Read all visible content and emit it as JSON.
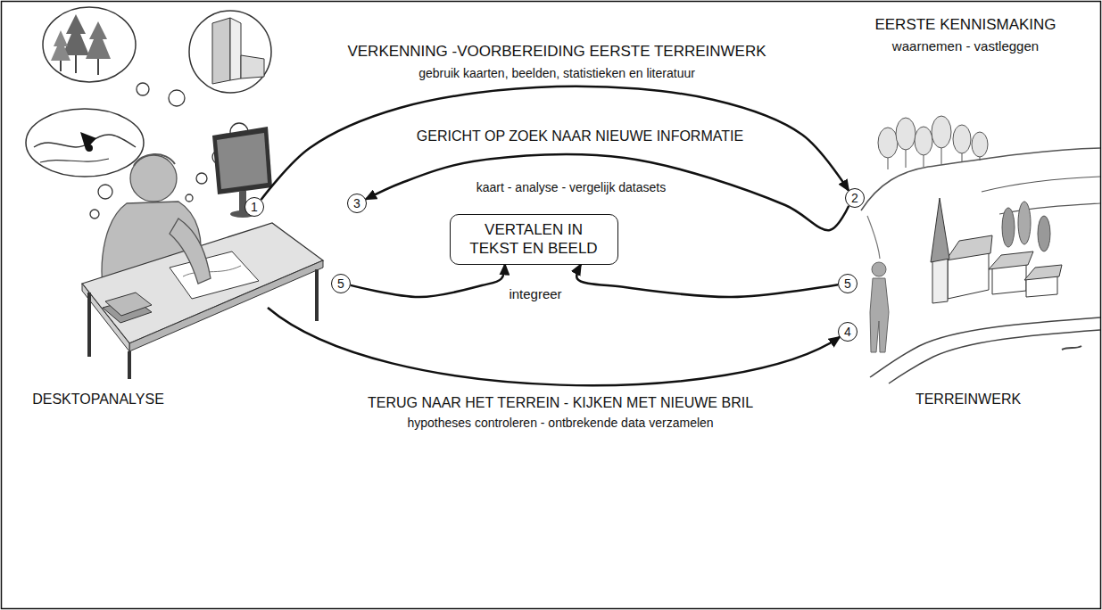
{
  "diagram": {
    "nodes": [
      {
        "text": [
          "1"
        ]
      },
      {
        "text": [
          "2"
        ]
      },
      {
        "text": [
          "3"
        ]
      },
      {
        "text": [
          "VERTALEN IN TEKST EN BEELD"
        ]
      },
      {
        "text": [
          "5"
        ]
      },
      {
        "text": [
          "5"
        ]
      },
      {
        "text": [
          "4"
        ]
      }
    ],
    "edges": [
      {
        "from": 0,
        "to": 1,
        "arrow": "to",
        "label": "VERKENNING -VOORBEREIDING EERSTE TERREINWERK"
      },
      {
        "from": 1,
        "to": 2,
        "arrow": "to",
        "label": "GERICHT OP ZOEK NAAR NIEUWE INFORMATIE"
      },
      {
        "from": 4,
        "to": 3,
        "arrow": "to"
      },
      {
        "from": 5,
        "to": 3,
        "arrow": "to"
      }
    ],
    "labels": [
      "EERSTE KENNISMAKING",
      "waarnemen - vastleggen",
      "gebruik kaarten, beelden, statistieken en literatuur",
      "kaart - analyse - vergelijk datasets",
      "integreer",
      "TERUG NAAR HET TERREIN - KIJKEN MET NIEUWE BRIL",
      "hypotheses controleren - ontbrekende data verzamelen",
      "DESKTOPANALYSE",
      "TERREINWERK"
    ]
  }
}
